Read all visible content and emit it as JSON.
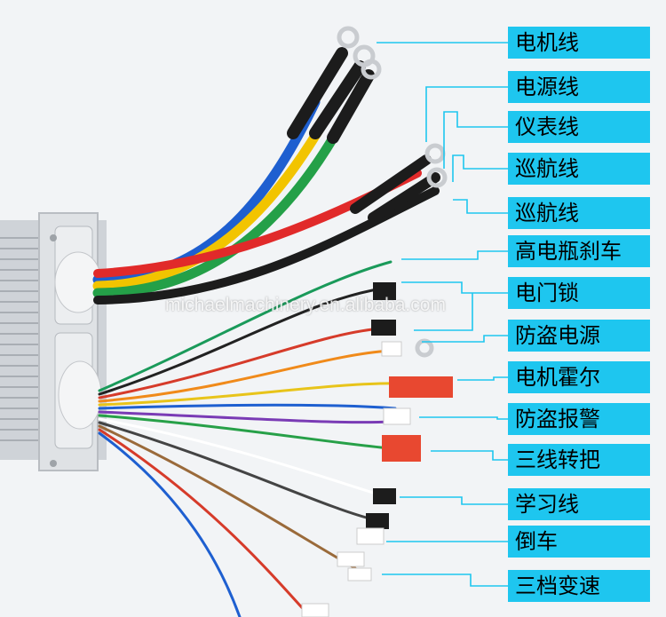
{
  "watermark": "michaelmachinery.en.alibaba.com",
  "labels": [
    "电机线",
    "电源线",
    "仪表线",
    "巡航线",
    "巡航线",
    "高电瓶刹车",
    "电门锁",
    "防盗电源",
    "电机霍尔",
    "防盗报警",
    "三线转把",
    "学习线",
    "倒车",
    "三档变速"
  ],
  "colors": {
    "label_bg": "#1ec6ef",
    "leader_line": "#1ec6ef",
    "background": "#f2f4f6"
  }
}
